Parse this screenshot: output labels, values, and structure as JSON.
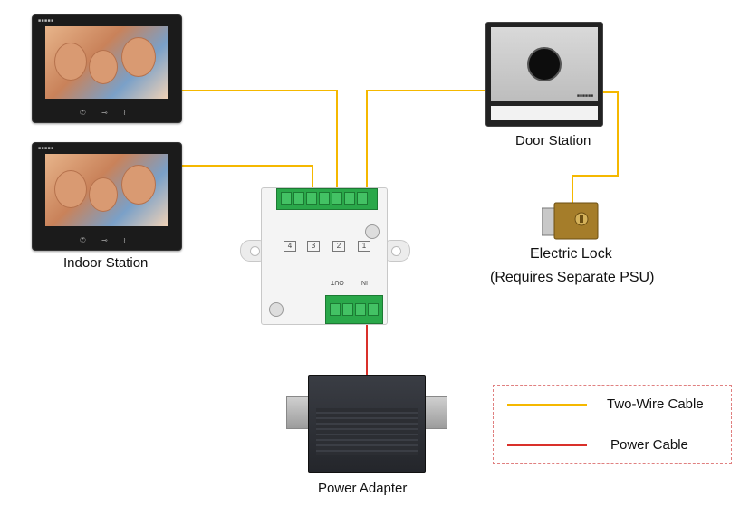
{
  "labels": {
    "indoor_station": "Indoor Station",
    "door_station": "Door Station",
    "electric_lock": "Electric Lock",
    "psu_note": "(Requires Separate PSU)",
    "power_adapter": "Power Adapter"
  },
  "module": {
    "channels": [
      "4",
      "3",
      "2",
      "1"
    ],
    "out_label": "OUT",
    "in_label": "IN"
  },
  "legend": {
    "two_wire": "Two-Wire Cable",
    "power": "Power Cable"
  },
  "colors": {
    "two_wire_cable": "#f5b800",
    "power_cable": "#d9302a",
    "module_terminals": "#2aa84a",
    "legend_border": "#e08080"
  },
  "icons": {
    "indoor_monitor": "indoor-monitor-icon",
    "door_station": "door-station-icon",
    "distributor": "two-wire-distributor-icon",
    "electric_lock": "electric-lock-icon",
    "power_adapter": "din-rail-psu-icon"
  }
}
